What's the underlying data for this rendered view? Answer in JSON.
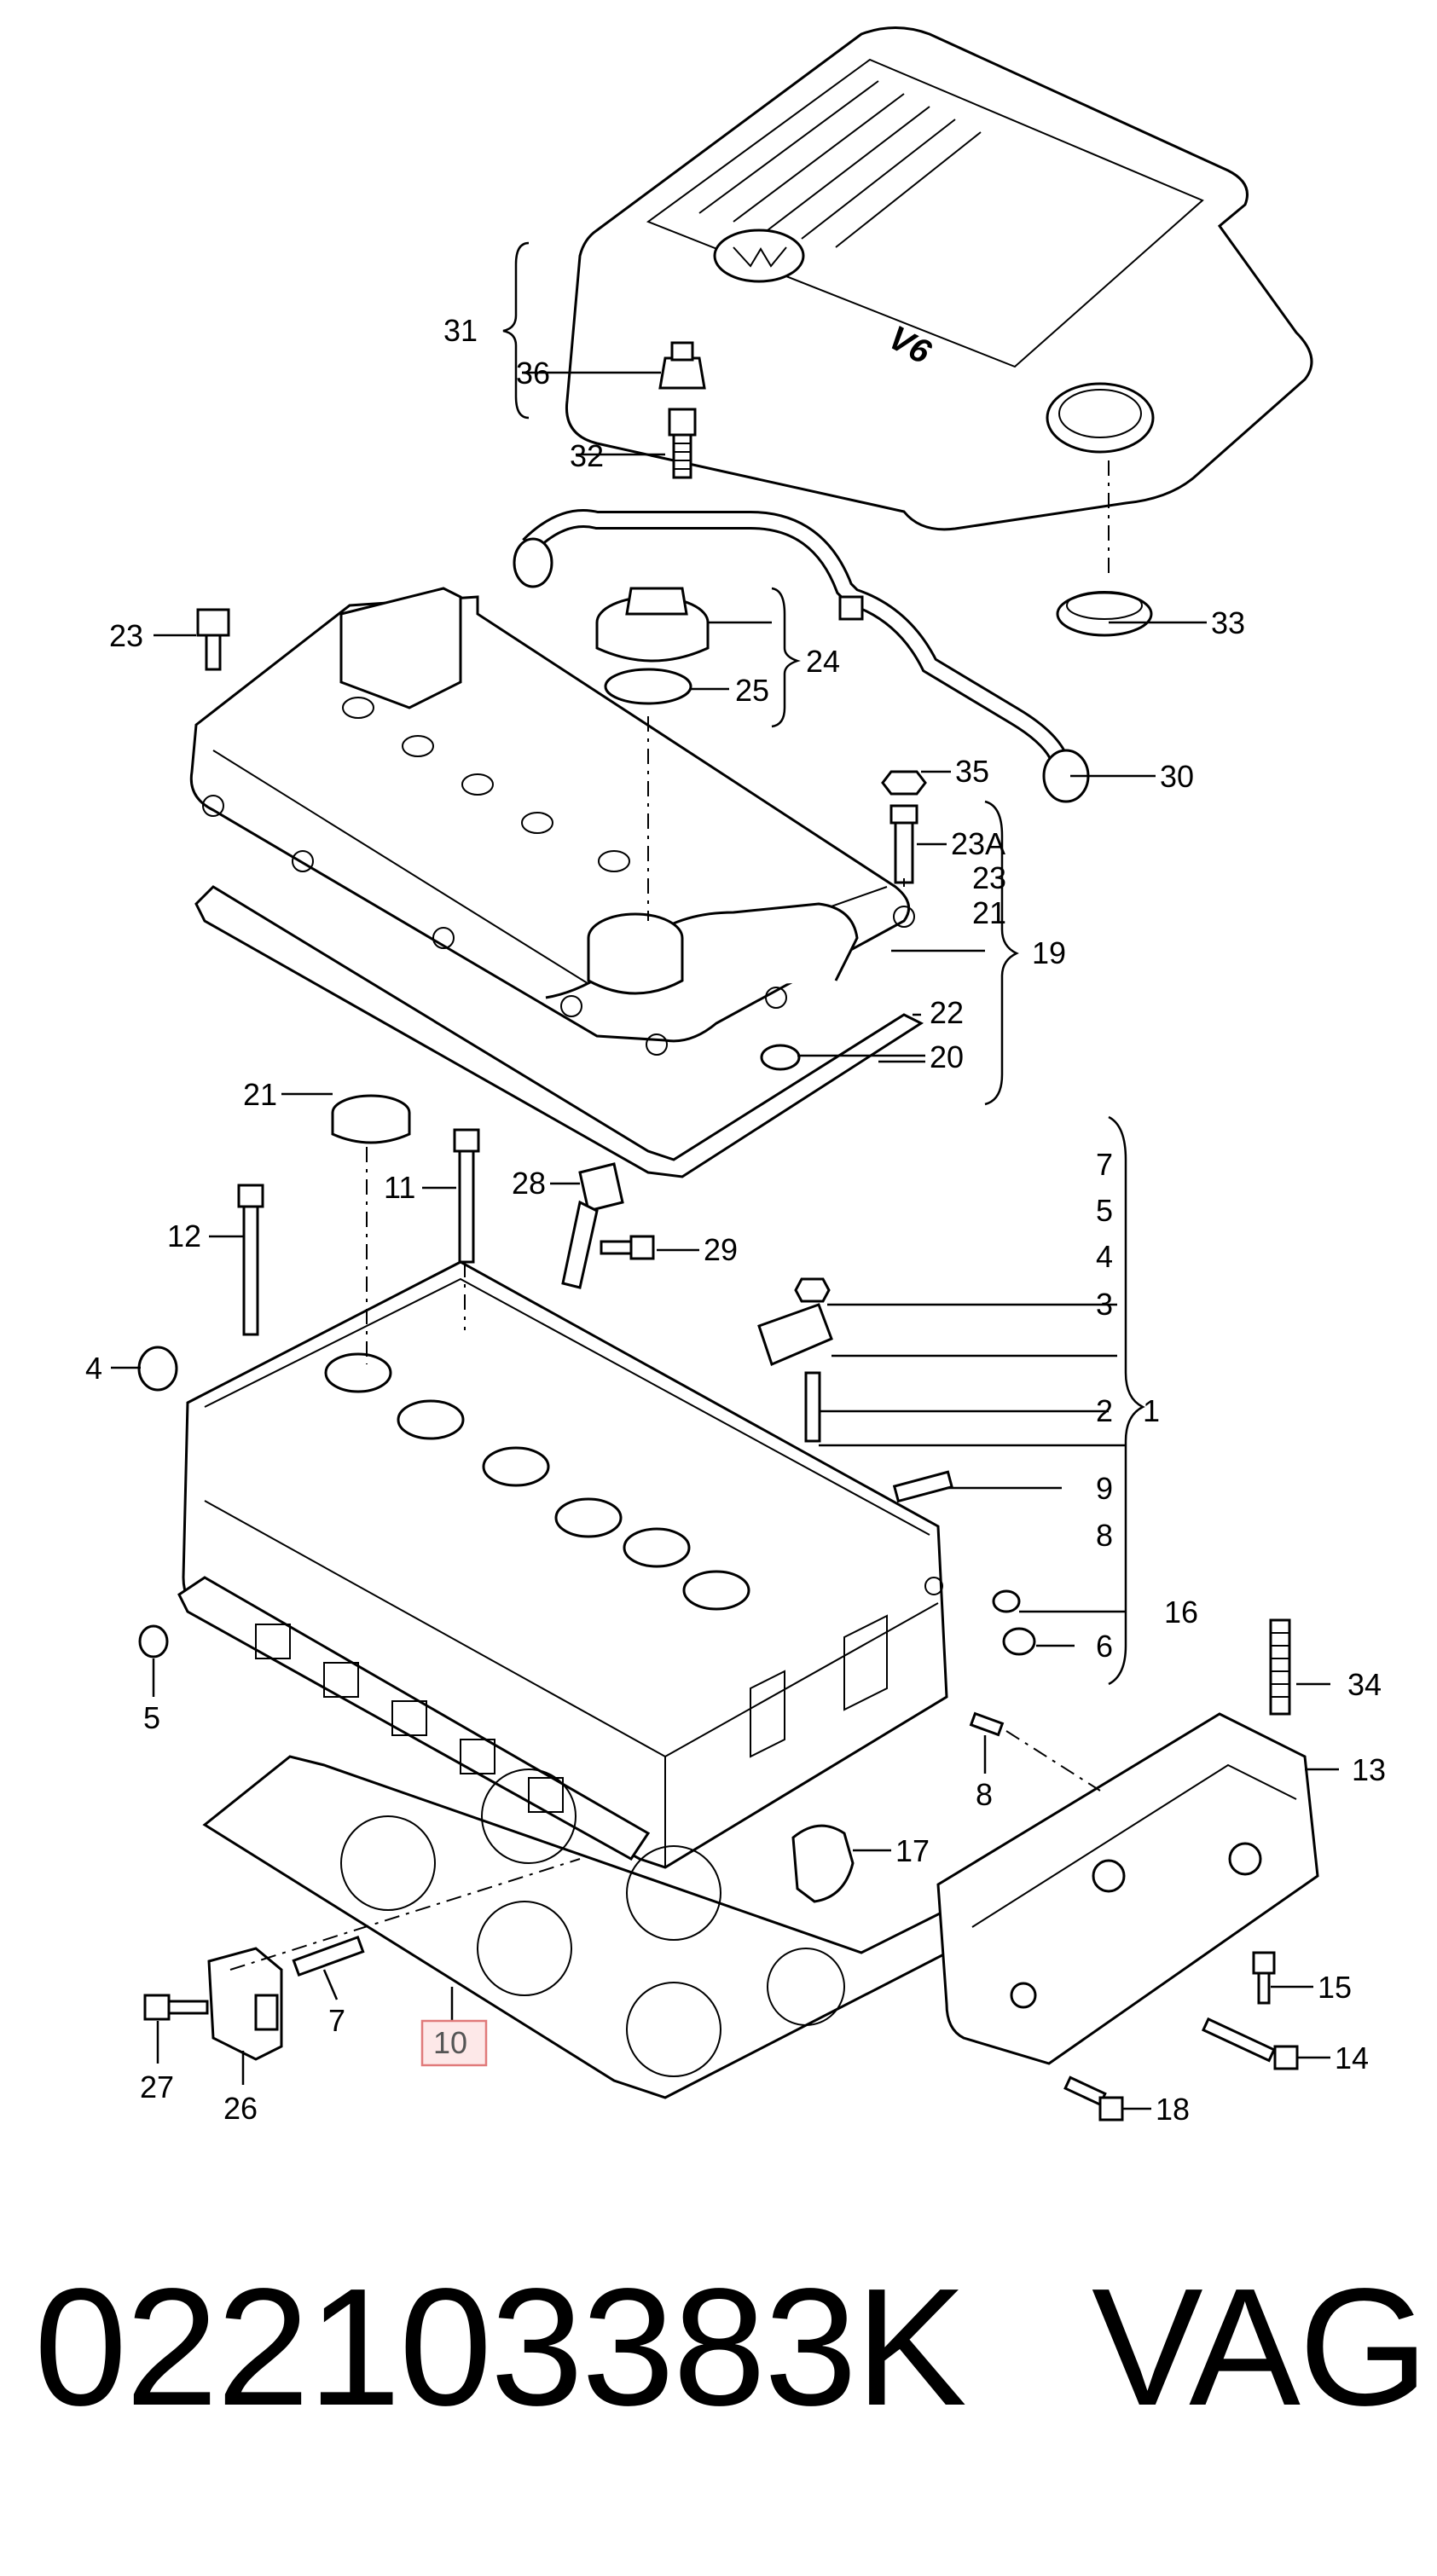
{
  "callouts": {
    "c1": "1",
    "c2": "2",
    "c3": "3",
    "c4": "4",
    "c4b": "4",
    "c5": "5",
    "c5b": "5",
    "c6": "6",
    "c7": "7",
    "c7b": "7",
    "c8": "8",
    "c8b": "8",
    "c9": "9",
    "c10": "10",
    "c11": "11",
    "c12": "12",
    "c13": "13",
    "c14": "14",
    "c15": "15",
    "c16": "16",
    "c17": "17",
    "c18": "18",
    "c19": "19",
    "c20": "20",
    "c21": "21",
    "c21b": "21",
    "c22": "22",
    "c23": "23",
    "c23a": "23A",
    "c24": "24",
    "c25": "25",
    "c26": "26",
    "c27": "27",
    "c28": "28",
    "c29": "29",
    "c30": "30",
    "c31": "31",
    "c32": "32",
    "c33": "33",
    "c34": "34",
    "c35": "35",
    "c36": "36"
  },
  "cover_badge": "V6",
  "highlight_color": "#e07a7a",
  "caption": {
    "part_number": "022103383K",
    "brand": "VAG"
  }
}
